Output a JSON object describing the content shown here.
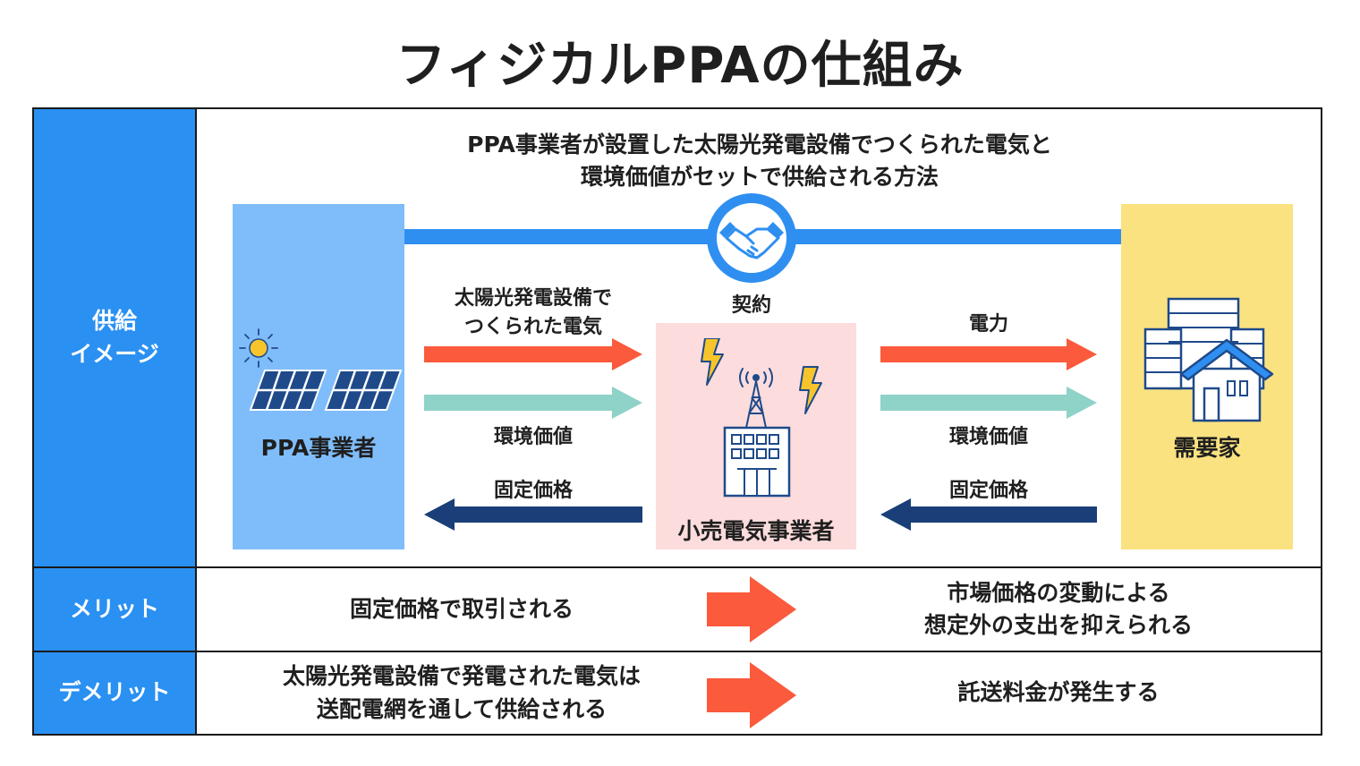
{
  "title": "フィジカルPPAの仕組み",
  "rows": {
    "supply_image": {
      "header_line1": "供給",
      "header_line2": "イメージ",
      "description_line1": "PPA事業者が設置した太陽光発電設備でつくられた電気と",
      "description_line2": "環境価値がセットで供給される方法"
    },
    "merit": {
      "header": "メリット",
      "cause": "固定価格で取引される",
      "effect_line1": "市場価格の変動による",
      "effect_line2": "想定外の支出を抑えられる"
    },
    "demerit": {
      "header": "デメリット",
      "cause_line1": "太陽光発電設備で発電された電気は",
      "cause_line2": "送配電網を通して供給される",
      "effect": "託送料金が発生する"
    }
  },
  "diagram": {
    "ppa_label": "PPA事業者",
    "retail_label": "小売電気事業者",
    "demand_label": "需要家",
    "contract_label": "契約",
    "left_flow": {
      "electricity_line1": "太陽光発電設備で",
      "electricity_line2": "つくられた電気",
      "env_value": "環境価値",
      "fixed_price": "固定価格"
    },
    "right_flow": {
      "electricity": "電力",
      "env_value": "環境価値",
      "fixed_price": "固定価格"
    }
  },
  "colors": {
    "header_blue": "#2a90f2",
    "ppa_blue": "#7fbdfa",
    "retail_pink": "#fcdcdc",
    "demand_yellow": "#fbe281",
    "electricity_arrow": "#fb5a3c",
    "env_arrow": "#8ed2c8",
    "price_arrow": "#1a3f78",
    "contract_line": "#2f8ff0"
  },
  "icons": [
    "sun-icon",
    "solar-panel-icon",
    "handshake-icon",
    "lightning-icon",
    "tower-icon",
    "office-building-icon",
    "house-icon",
    "arrow-right-icon"
  ]
}
